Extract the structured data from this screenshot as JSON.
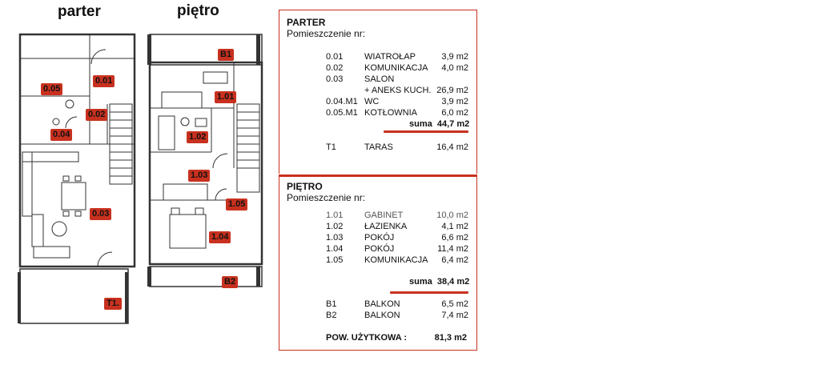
{
  "plans": {
    "ground_title": "parter",
    "upper_title": "piętro",
    "ground_tags": [
      "0.01",
      "0.02",
      "0.03",
      "0.04",
      "0.05",
      "T1."
    ],
    "upper_tags": [
      "B1",
      "1.01",
      "1.02",
      "1.03",
      "1.04",
      "1.05",
      "B2"
    ]
  },
  "parter": {
    "heading": "PARTER",
    "subheading": "Pomieszczenie nr:",
    "rows": [
      {
        "code": "0.01",
        "name": "WIATROŁAP",
        "area": "3,9 m2"
      },
      {
        "code": "0.02",
        "name": "KOMUNIKACJA",
        "area": "4,0 m2"
      },
      {
        "code": "0.03",
        "name": "SALON",
        "area": ""
      },
      {
        "code": "",
        "name": "+ ANEKS KUCH.",
        "area": "26,9 m2"
      },
      {
        "code": "0.04.M1",
        "name": "WC",
        "area": "3,9 m2"
      },
      {
        "code": "0.05.M1",
        "name": "KOTŁOWNIA",
        "area": "6,0 m2"
      }
    ],
    "sum_label": "suma",
    "sum_value": "44,7 m2",
    "terrace": {
      "code": "T1",
      "name": "TARAS",
      "area": "16,4 m2"
    }
  },
  "pietro": {
    "heading": "PIĘTRO",
    "subheading": "Pomieszczenie nr:",
    "rows": [
      {
        "code": "1.01",
        "name": "GABINET",
        "area": "10,0 m2"
      },
      {
        "code": "1.02",
        "name": "ŁAZIENKA",
        "area": "4,1 m2"
      },
      {
        "code": "1.03",
        "name": "POKÓJ",
        "area": "6,6 m2"
      },
      {
        "code": "1.04",
        "name": "POKÓJ",
        "area": "11,4 m2"
      },
      {
        "code": "1.05",
        "name": "KOMUNIKACJA",
        "area": "6,4 m2"
      }
    ],
    "sum_label": "suma",
    "sum_value": "38,4 m2",
    "balconies": [
      {
        "code": "B1",
        "name": "BALKON",
        "area": "6,5 m2"
      },
      {
        "code": "B2",
        "name": "BALKON",
        "area": "7,4 m2"
      }
    ],
    "total_label": "POW. UŻYTKOWA :",
    "total_value": "81,3 m2"
  },
  "colors": {
    "accent": "#c8311f",
    "line": "#333333"
  }
}
